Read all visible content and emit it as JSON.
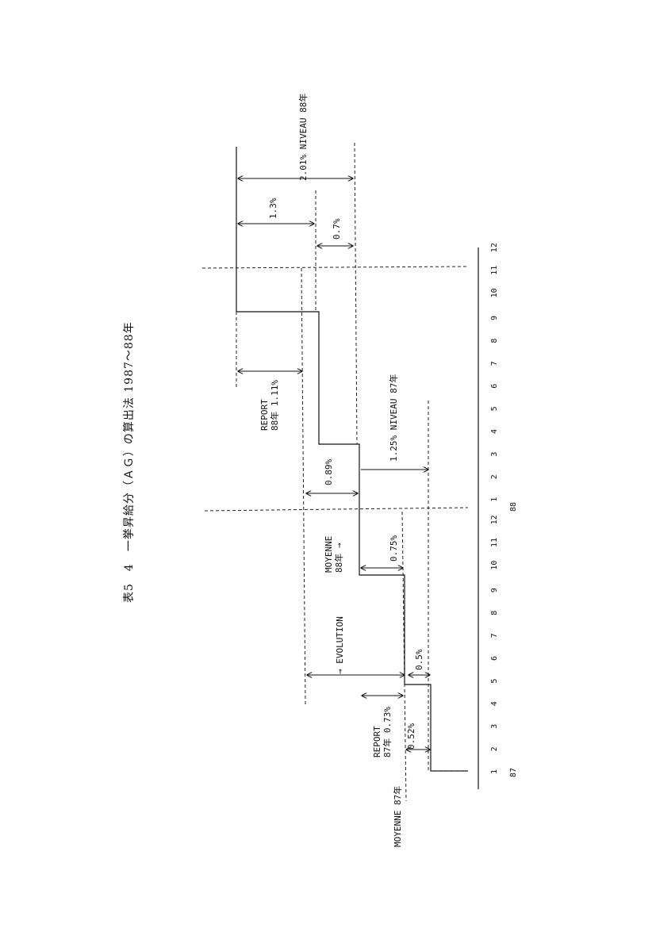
{
  "title": "表5　4　一挙昇給分（ＡＧ）の算出法 1987～88年",
  "labels": {
    "niveau88": "2.01% NIVEAU 88年",
    "p13": "1.3%",
    "p07": "0.7%",
    "report88": "REPORT",
    "report88b": "88年 1.11%",
    "niveau87": "1.25% NIVEAU 87年",
    "p089": "0.89%",
    "moyenne88a": "MOYENNE",
    "moyenne88b": "88年 →",
    "p075": "0.75%",
    "evolution": "→ EVOLUTION",
    "p05": "0.5%",
    "report87a": "REPORT",
    "report87b": "87年 0.73%",
    "p052": "0.52%",
    "moyenne87": "MOYENNE 87年"
  },
  "months": [
    "1",
    "2",
    "3",
    "4",
    "5",
    "6",
    "7",
    "8",
    "9",
    "10",
    "11",
    "12",
    "1",
    "2",
    "3",
    "4",
    "5",
    "6",
    "7",
    "8",
    "9",
    "10",
    "11",
    "12"
  ],
  "years": {
    "y87": "87",
    "y88": "88"
  }
}
